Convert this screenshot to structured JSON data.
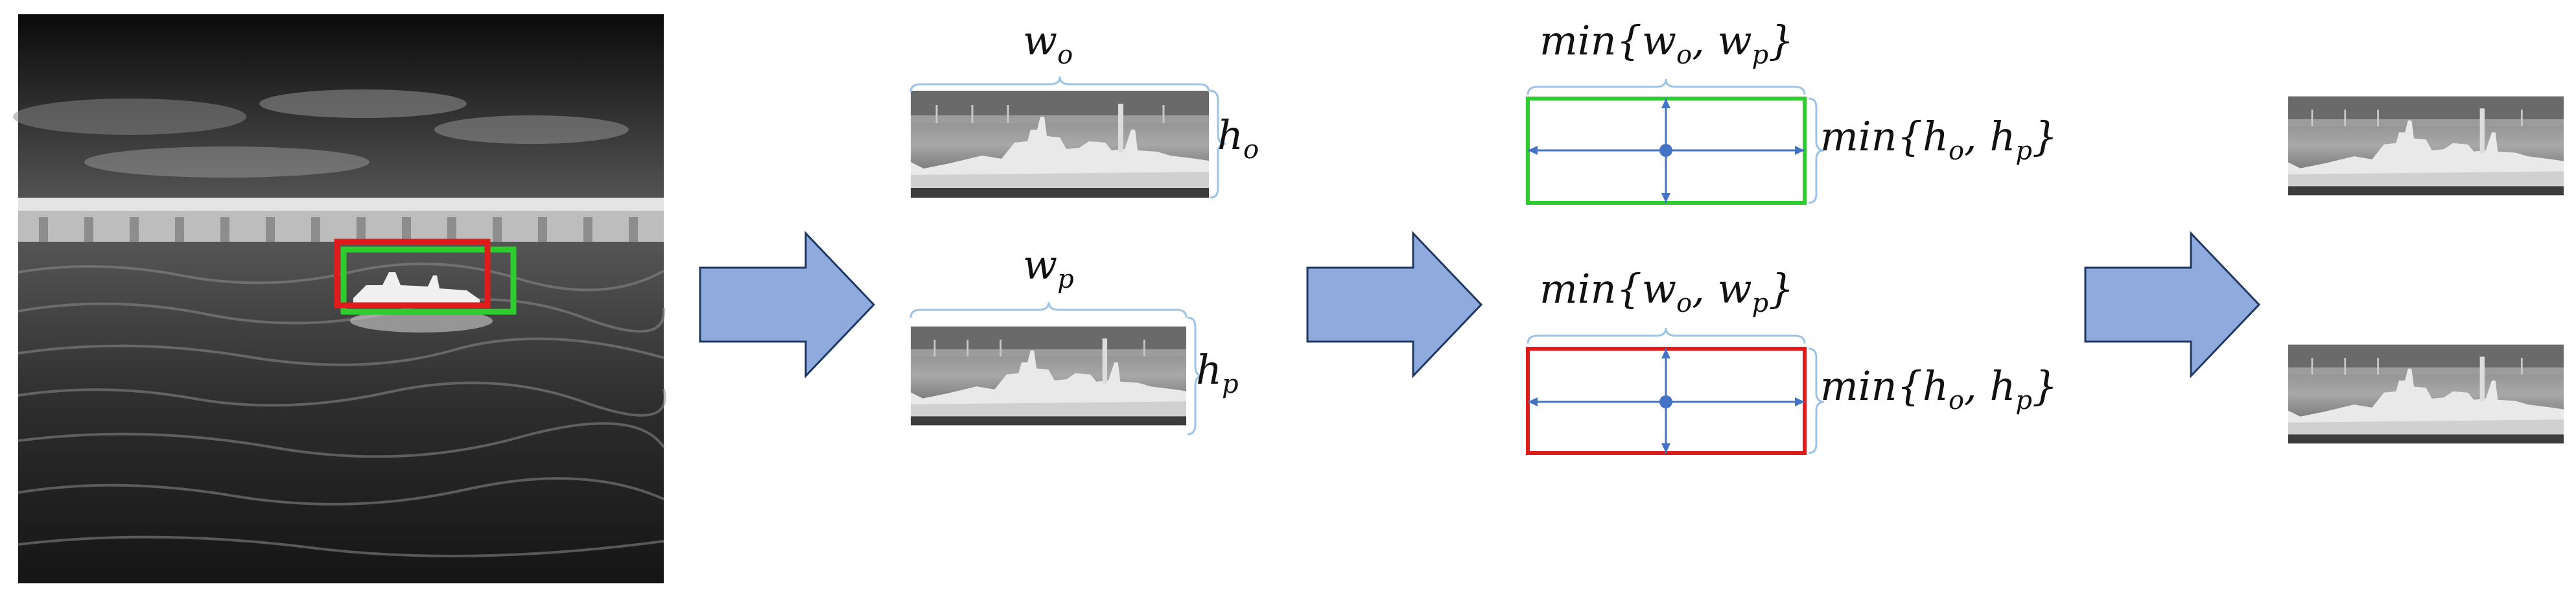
{
  "labels": {
    "w_o_main": "w",
    "w_o_sub": "o",
    "h_o_main": "h",
    "h_o_sub": "o",
    "w_p_main": "w",
    "w_p_sub": "p",
    "h_p_main": "h",
    "h_p_sub": "p",
    "min_w_top_a": "min{w",
    "min_w_top_b": "o",
    "min_w_top_c": ", w",
    "min_w_top_d": "p",
    "min_w_top_e": "}",
    "min_h_top_a": "min{h",
    "min_h_top_b": "o",
    "min_h_top_c": ", h",
    "min_h_top_d": "p",
    "min_h_top_e": "}",
    "min_w_bot_a": "min{w",
    "min_w_bot_b": "o",
    "min_w_bot_c": ", w",
    "min_w_bot_d": "p",
    "min_w_bot_e": "}",
    "min_h_bot_a": "min{h",
    "min_h_bot_b": "o",
    "min_h_bot_c": ", h",
    "min_h_bot_d": "p",
    "min_h_bot_e": "}"
  },
  "colors": {
    "ground_truth_box": "#2ecc2e",
    "prediction_box": "#e01b1b",
    "arrow_fill": "#8faadc",
    "arrow_stroke": "#1f3864",
    "measure_line": "#4472c4",
    "brace": "#9dc3e6"
  },
  "icons": [
    "thermal-sea-scene-image",
    "ship-crop-image",
    "block-arrow-right-icon"
  ]
}
